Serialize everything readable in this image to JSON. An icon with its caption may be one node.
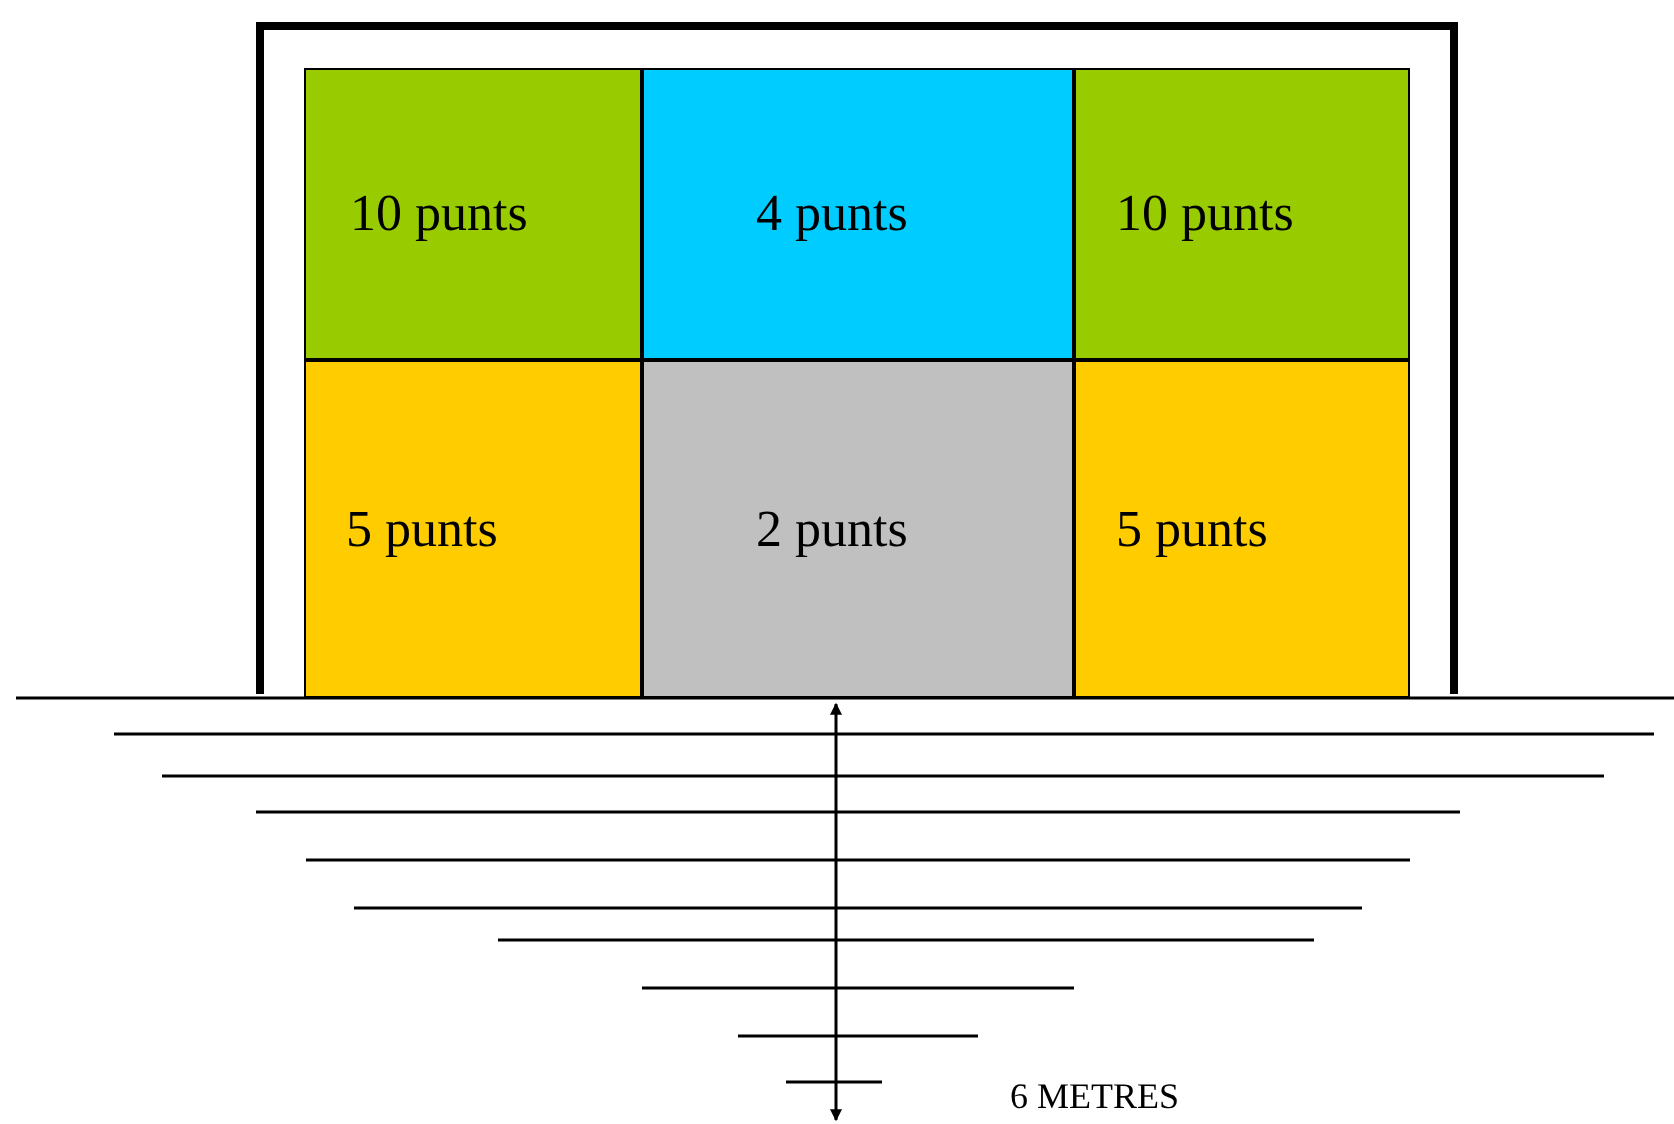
{
  "diagram": {
    "nodes": [
      {
        "text": [
          "10 punts"
        ]
      },
      {
        "text": [
          "4 punts"
        ]
      },
      {
        "text": [
          "10 punts"
        ]
      },
      {
        "text": [
          "5 punts"
        ]
      },
      {
        "text": [
          "2 punts"
        ]
      },
      {
        "text": [
          "5 punts"
        ]
      }
    ],
    "labels": [
      "6 METRES"
    ]
  }
}
